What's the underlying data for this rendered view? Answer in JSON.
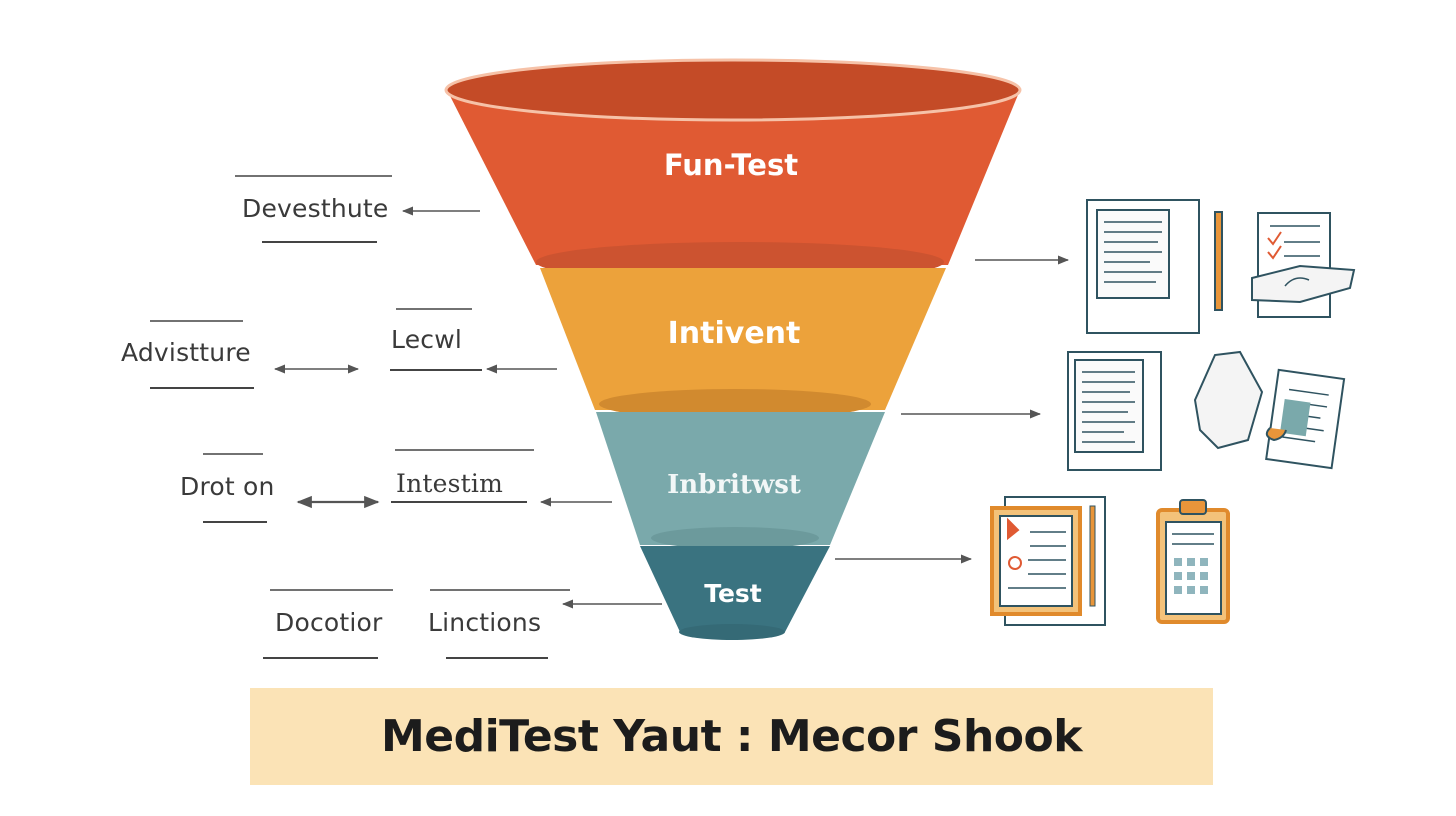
{
  "funnel": {
    "stages": [
      {
        "label": "Fun-Test",
        "color": "#e05a33"
      },
      {
        "label": "Intivent",
        "color": "#eca23b"
      },
      {
        "label": "Inbritwst",
        "color": "#7aa9ab"
      },
      {
        "label": "Test",
        "color": "#3a7380"
      }
    ]
  },
  "left_labels": {
    "devesthute": "Devesthute",
    "advistture": "Advistture",
    "lecwl": "Lecwl",
    "drot_on": "Drot on",
    "intestim": "Intestim",
    "docotior": "Docotior",
    "linctions": "Linctions"
  },
  "banner": {
    "title": "MediTest Yaut : Mecor Shook",
    "background": "#fbe3b6"
  },
  "icons": [
    "document-with-pen-icon",
    "checklist-with-hand-icon",
    "document-icon",
    "clipboard-with-hand-icon",
    "orange-document-icon",
    "calculator-clipboard-icon"
  ]
}
